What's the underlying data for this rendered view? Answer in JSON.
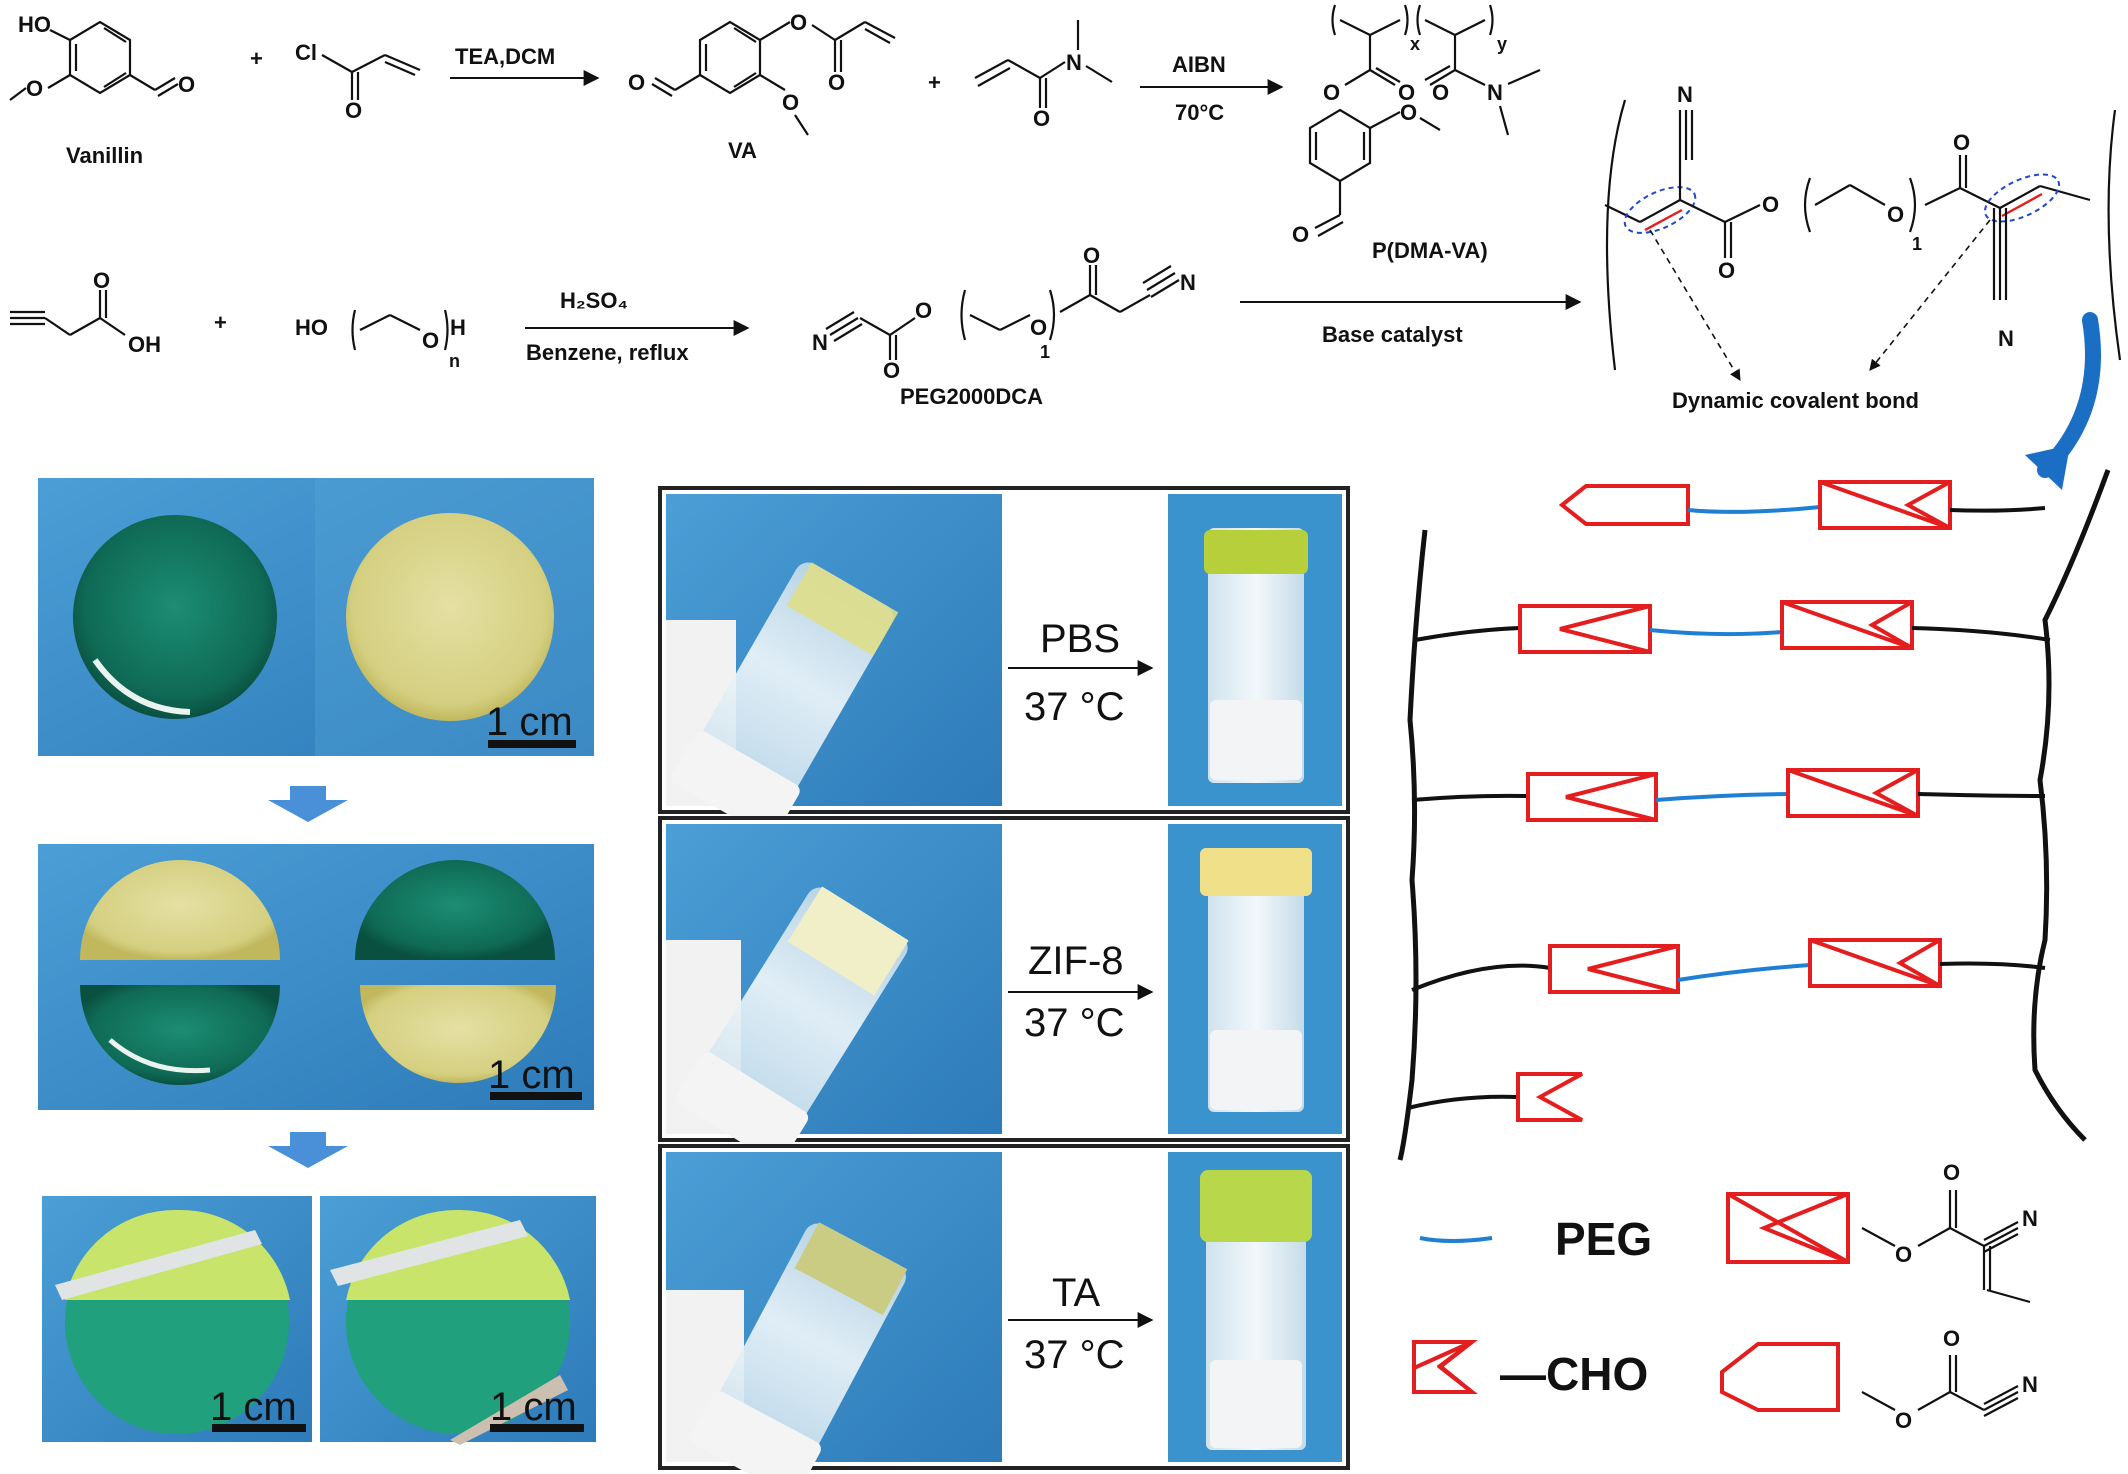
{
  "scheme": {
    "row1": {
      "vanillin_label": "Vanillin",
      "reagent1": "TEA,DCM",
      "va_label": "VA",
      "reagent2": "AIBN",
      "reagent2_temp": "70°C",
      "polymer_label": "P(DMA-VA)",
      "sub_x": "x",
      "sub_y": "y",
      "plus": "+"
    },
    "row2": {
      "reagent3": "H₂SO₄",
      "reagent3_solvent": "Benzene, reflux",
      "peg_label": "PEG2000DCA",
      "sub_n": "n",
      "sub_1": "1",
      "reagent4": "Base catalyst",
      "bond_label": "Dynamic covalent bond"
    }
  },
  "photos": {
    "scale_bar": "1 cm",
    "vials": [
      {
        "medium": "PBS",
        "temp": "37 °C"
      },
      {
        "medium": "ZIF-8",
        "temp": "37 °C"
      },
      {
        "medium": "TA",
        "temp": "37 °C"
      }
    ]
  },
  "network": {
    "legend": {
      "peg": "PEG",
      "cho": "—CHO"
    }
  },
  "colors": {
    "network_red": "#e41e1e",
    "peg_blue": "#1f7fd4",
    "arrow_blue": "#4a90d9",
    "gel_green": "#1a8a6c",
    "gel_yellow": "#d9d58a",
    "photo_bg": "#3a8fc9"
  }
}
